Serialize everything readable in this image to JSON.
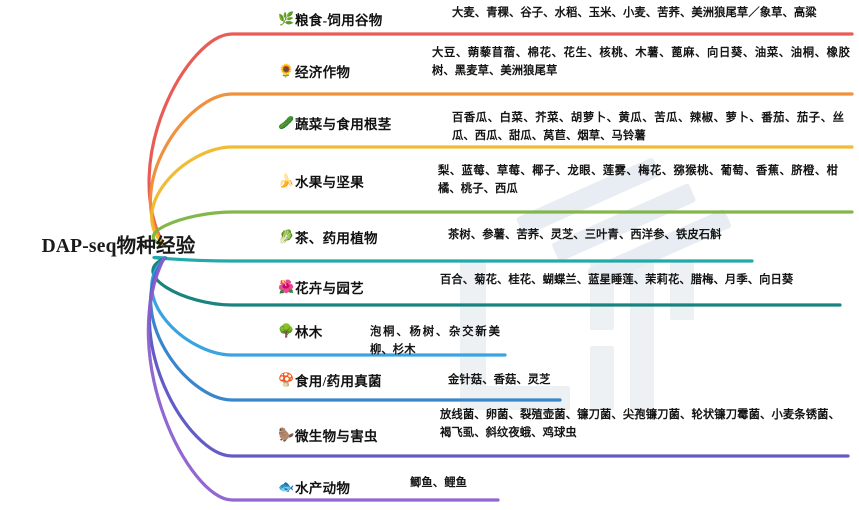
{
  "diagram": {
    "type": "mindmap",
    "root": {
      "label": "DAP-seq物种经验"
    },
    "background_color": "#ffffff",
    "watermark_color": "#eef1f4",
    "branches": [
      {
        "id": "grains",
        "icon": "herb-icon",
        "icon_glyph": "🌿",
        "label": "粮食-饲用谷物",
        "color": "#e8534c",
        "items": "大麦、青稞、谷子、水稻、玉米、小麦、苦荞、美洲狼尾草／象草、高粱"
      },
      {
        "id": "cash-crops",
        "icon": "sunflower-icon",
        "icon_glyph": "🌻",
        "label": "经济作物",
        "color": "#ef8b33",
        "items": "大豆、蒴藜苜蓿、棉花、花生、核桃、木薯、蓖麻、向日葵、油菜、油桐、橡胶树、黑麦草、美洲狼尾草"
      },
      {
        "id": "vegetables",
        "icon": "cucumber-icon",
        "icon_glyph": "🥒",
        "label": "蔬菜与食用根茎",
        "color": "#f0b828",
        "items": "百香瓜、白菜、芥菜、胡萝卜、黄瓜、苦瓜、辣椒、萝卜、番茄、茄子、丝瓜、西瓜、甜瓜、莴苣、烟草、马铃薯"
      },
      {
        "id": "fruits-nuts",
        "icon": "banana-icon",
        "icon_glyph": "🍌",
        "label": "水果与坚果",
        "color": "#7cb342",
        "items": "梨、蓝莓、草莓、椰子、龙眼、莲雾、梅花、猕猴桃、葡萄、香蕉、脐橙、柑橘、桃子、西瓜"
      },
      {
        "id": "tea-medicinal",
        "icon": "leafy-green-icon",
        "icon_glyph": "🥬",
        "label": "茶、药用植物",
        "color": "#16a5a5",
        "items": "茶树、参薯、苦荞、灵芝、三叶青、西洋参、铁皮石斛"
      },
      {
        "id": "flowers-horticulture",
        "icon": "blossom-icon",
        "icon_glyph": "🌺",
        "label": "花卉与园艺",
        "color": "#0d7c78",
        "items": "百合、菊花、桂花、蝴蝶兰、蓝星睡莲、茉莉花、腊梅、月季、向日葵"
      },
      {
        "id": "forestry",
        "icon": "tree-icon",
        "icon_glyph": "🌳",
        "label": "林木",
        "color": "#2f9fe0",
        "items": "泡桐、杨树、杂交新美柳、杉木"
      },
      {
        "id": "fungi",
        "icon": "mushroom-icon",
        "icon_glyph": "🍄",
        "label": "食用/药用真菌",
        "color": "#2f7fc8",
        "items": "金针菇、香菇、灵芝"
      },
      {
        "id": "microbes-pests",
        "icon": "microbe-icon",
        "icon_glyph": "🦫",
        "label": "微生物与害虫",
        "color": "#5b52c4",
        "items": "放线菌、卵菌、裂殖壶菌、镰刀菌、尖孢镰刀菌、轮状镰刀霉菌、小麦条锈菌、褐飞虱、斜纹夜蛾、鸡球虫"
      },
      {
        "id": "aquatic-animals",
        "icon": "fish-icon",
        "icon_glyph": "🐟",
        "label": "水产动物",
        "color": "#8b5fd0",
        "items": "鲫鱼、鲤鱼"
      }
    ]
  }
}
